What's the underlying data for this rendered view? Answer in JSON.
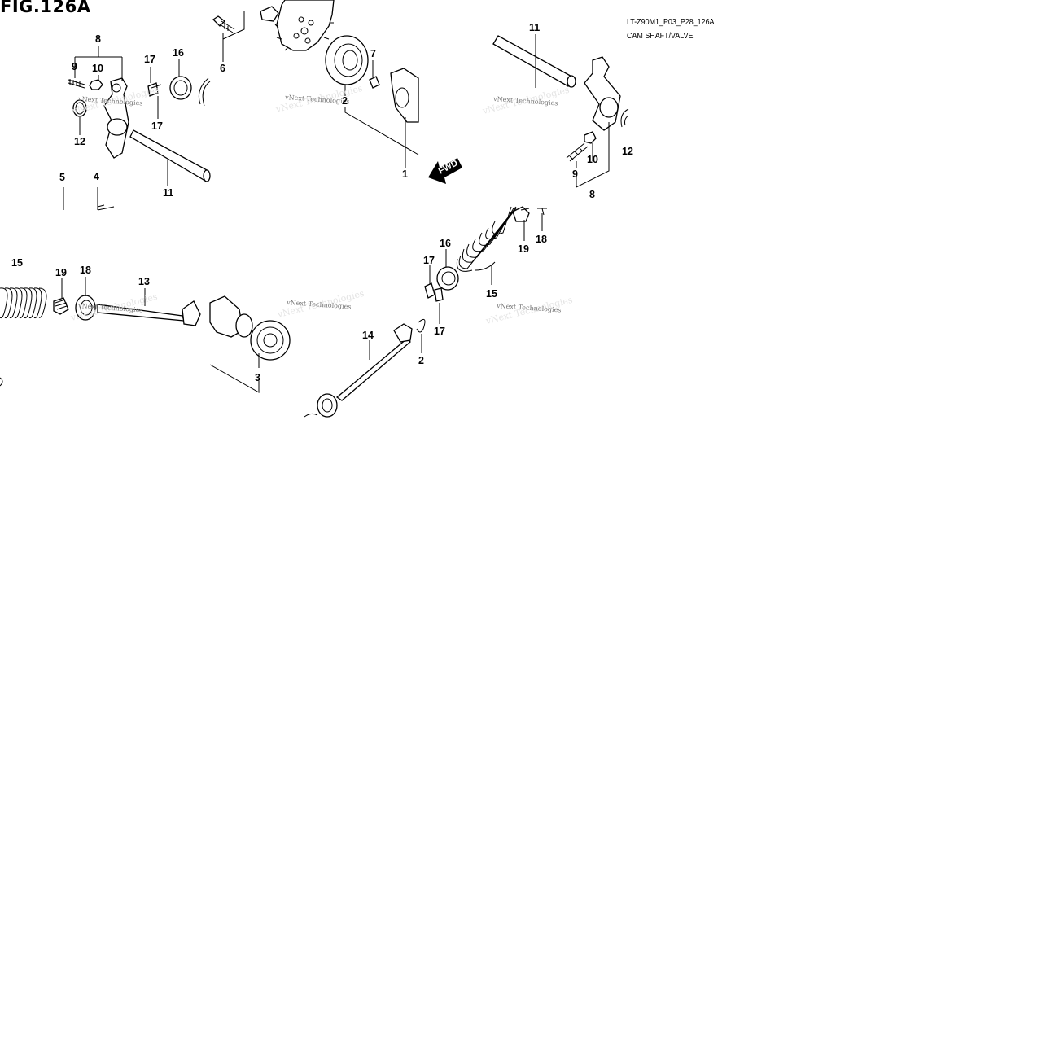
{
  "figure": {
    "title": "FIG.126A",
    "code": "LT-Z90M1_P03_P28_126A",
    "subtitle": "CAM SHAFT/VALVE"
  },
  "watermark": "vNext Technologies",
  "fwd_label": "FWD",
  "callouts": [
    {
      "id": "c8a",
      "label": "8"
    },
    {
      "id": "c9a",
      "label": "9"
    },
    {
      "id": "c10a",
      "label": "10"
    },
    {
      "id": "c12a",
      "label": "12"
    },
    {
      "id": "c17a",
      "label": "17"
    },
    {
      "id": "c16a",
      "label": "16"
    },
    {
      "id": "c17b",
      "label": "17"
    },
    {
      "id": "c11a",
      "label": "11"
    },
    {
      "id": "c6",
      "label": "6"
    },
    {
      "id": "c5",
      "label": "5"
    },
    {
      "id": "c4",
      "label": "4"
    },
    {
      "id": "c2a",
      "label": "2"
    },
    {
      "id": "c7",
      "label": "7"
    },
    {
      "id": "c1",
      "label": "1"
    },
    {
      "id": "c11b",
      "label": "11"
    },
    {
      "id": "c9b",
      "label": "9"
    },
    {
      "id": "c10b",
      "label": "10"
    },
    {
      "id": "c8b",
      "label": "8"
    },
    {
      "id": "c12b",
      "label": "12"
    },
    {
      "id": "c15a",
      "label": "15"
    },
    {
      "id": "c19a",
      "label": "19"
    },
    {
      "id": "c18a",
      "label": "18"
    },
    {
      "id": "c13",
      "label": "13"
    },
    {
      "id": "c3",
      "label": "3"
    },
    {
      "id": "c14",
      "label": "14"
    },
    {
      "id": "c2b",
      "label": "2"
    },
    {
      "id": "c17c",
      "label": "17"
    },
    {
      "id": "c16b",
      "label": "16"
    },
    {
      "id": "c17d",
      "label": "17"
    },
    {
      "id": "c15b",
      "label": "15"
    },
    {
      "id": "c19b",
      "label": "19"
    },
    {
      "id": "c18b",
      "label": "18"
    }
  ]
}
